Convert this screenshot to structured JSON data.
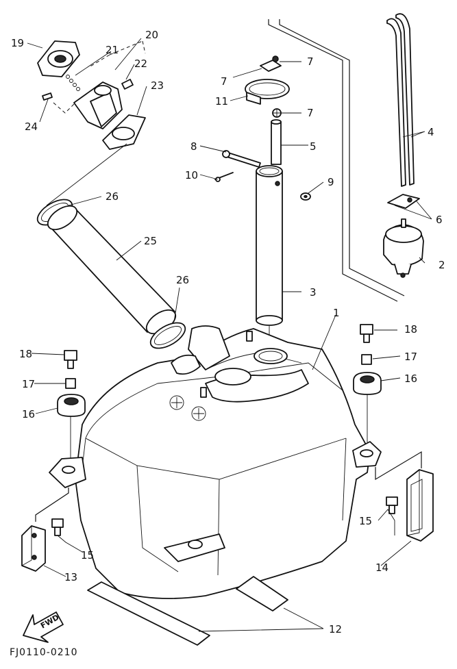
{
  "drawing_code": "FJ0110-0210",
  "fwd_label": "FWD",
  "callouts": {
    "c1": "1",
    "c2": "2",
    "c3": "3",
    "c4": "4",
    "c5": "5",
    "c6": "6",
    "c7a": "7",
    "c7b": "7",
    "c7c": "7",
    "c8": "8",
    "c9": "9",
    "c10": "10",
    "c11": "11",
    "c12": "12",
    "c13": "13",
    "c14": "14",
    "c15a": "15",
    "c15b": "15",
    "c16a": "16",
    "c16b": "16",
    "c17a": "17",
    "c17b": "17",
    "c18a": "18",
    "c18b": "18",
    "c19": "19",
    "c20": "20",
    "c21": "21",
    "c22": "22",
    "c23": "23",
    "c24": "24",
    "c25": "25",
    "c26a": "26",
    "c26b": "26"
  }
}
